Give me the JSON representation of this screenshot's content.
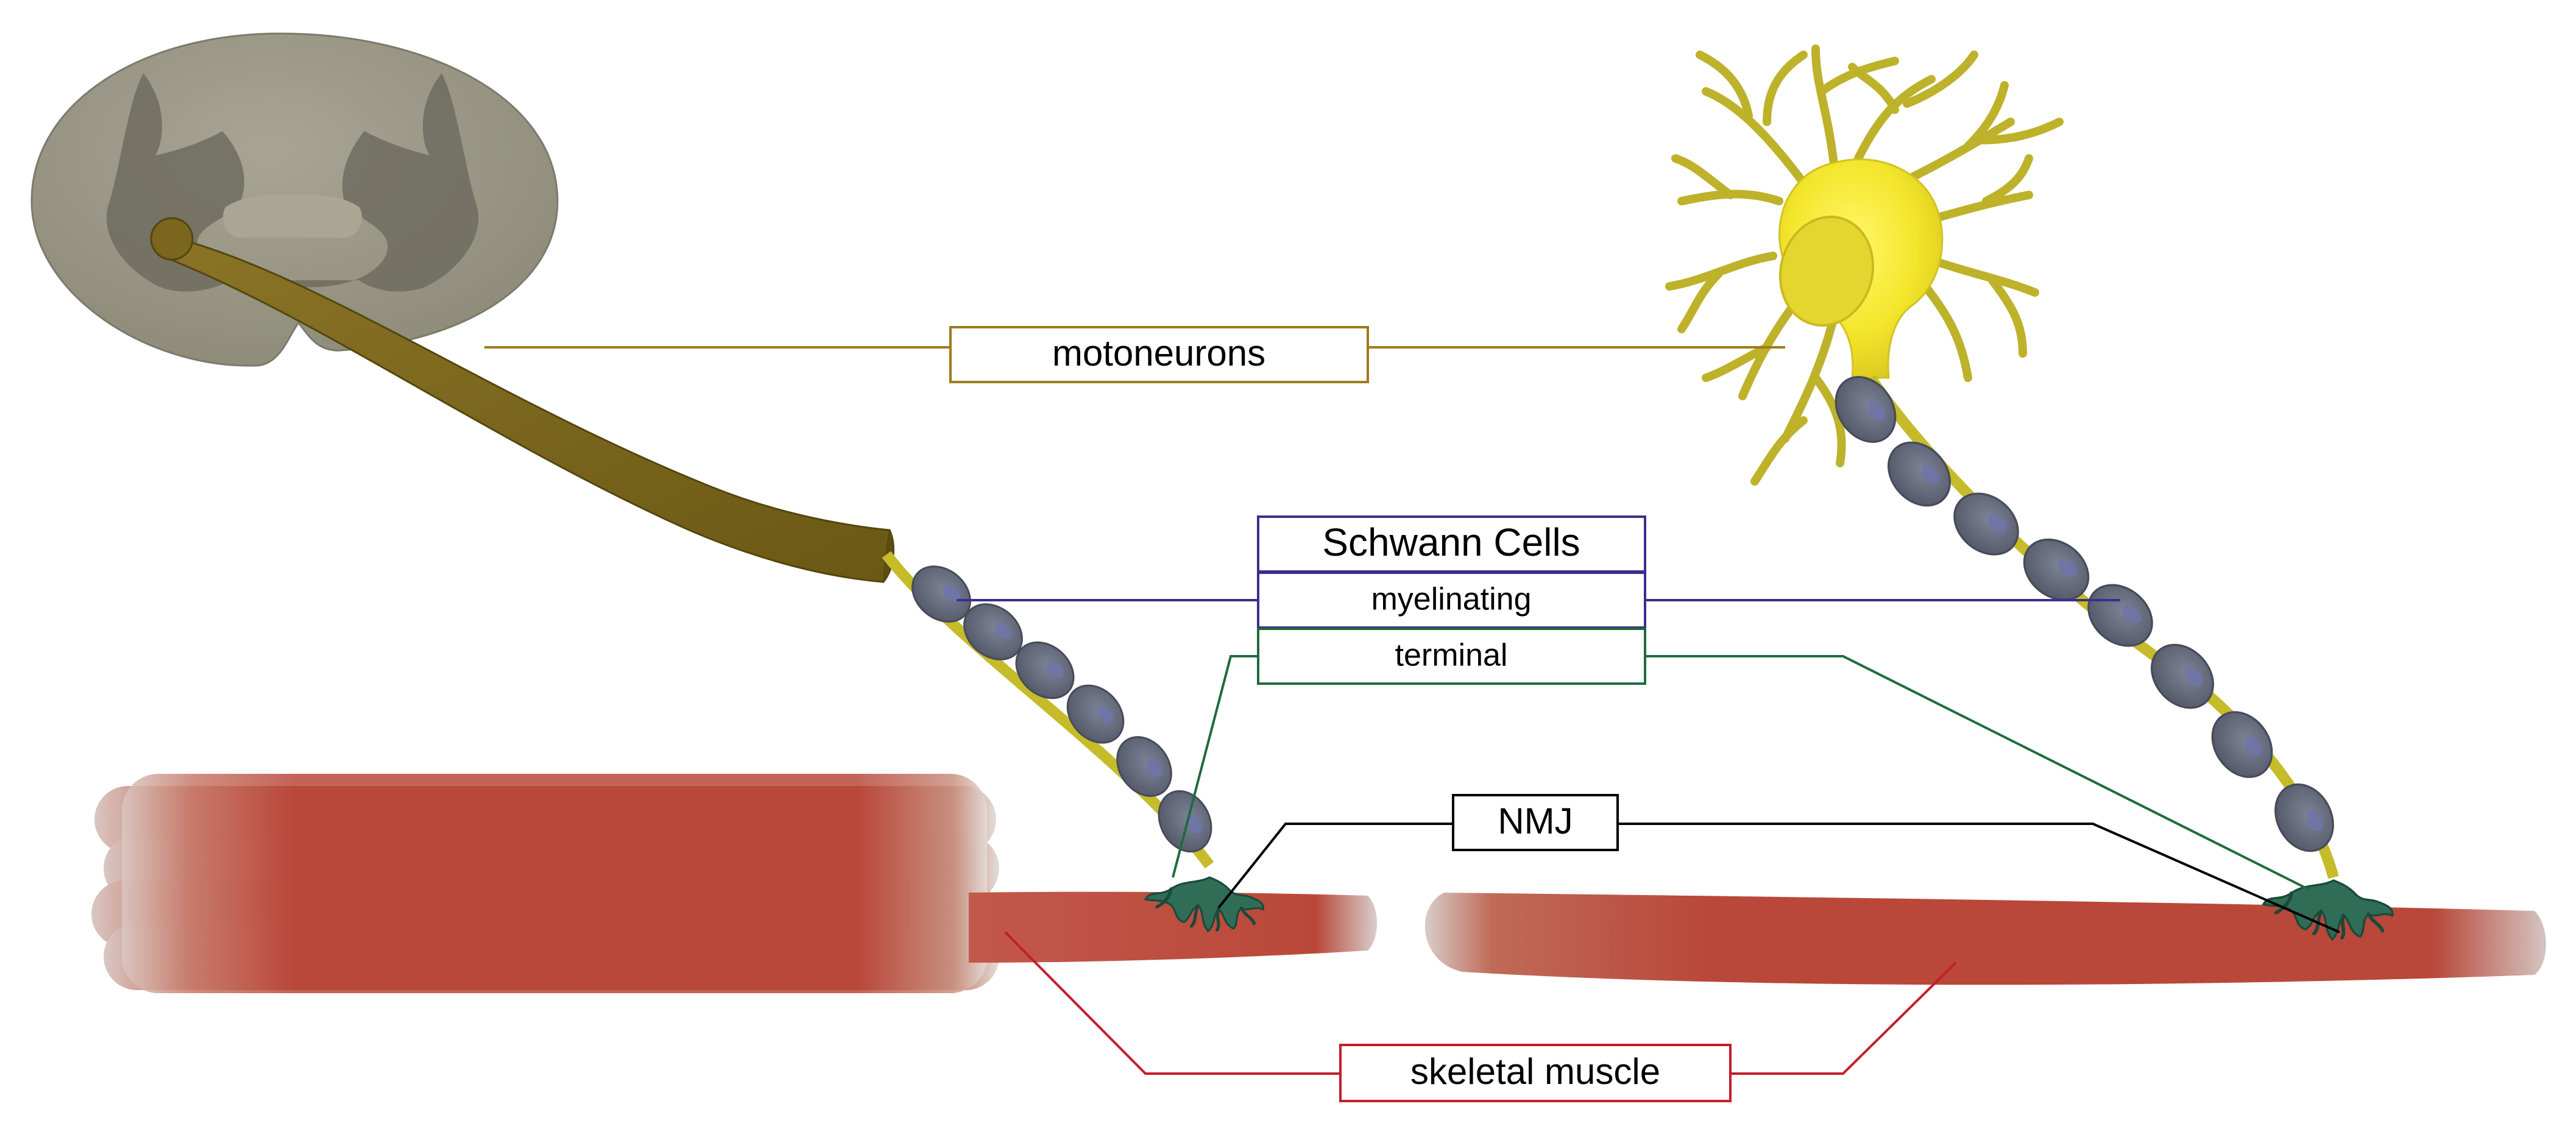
{
  "labels": {
    "motoneurons": "motoneurons",
    "schwann_title": "Schwann Cells",
    "myelinating": "myelinating",
    "terminal": "terminal",
    "nmj": "NMJ",
    "skeletal_muscle": "skeletal muscle"
  },
  "colors": {
    "motoneuron_line": "#9c7c1c",
    "myelinating_line": "#3a2f8c",
    "terminal_line": "#1f6b3c",
    "nmj_line": "#000000",
    "muscle_line": "#c41d2c",
    "muscle": "#b9483a",
    "schwann": "#6a6f80",
    "axon_node": "#c6bb2a",
    "neuron_body": "#f5ea2a",
    "spinal_cord": "#8f8c7c",
    "nerve": "#7a661c",
    "nmj_terminal": "#2e6a55"
  },
  "icons": [
    "spinal-cord-cross-section-icon",
    "motoneuron-cell-icon",
    "schwann-cell-icon",
    "muscle-fiber-icon",
    "neuromuscular-junction-icon"
  ]
}
